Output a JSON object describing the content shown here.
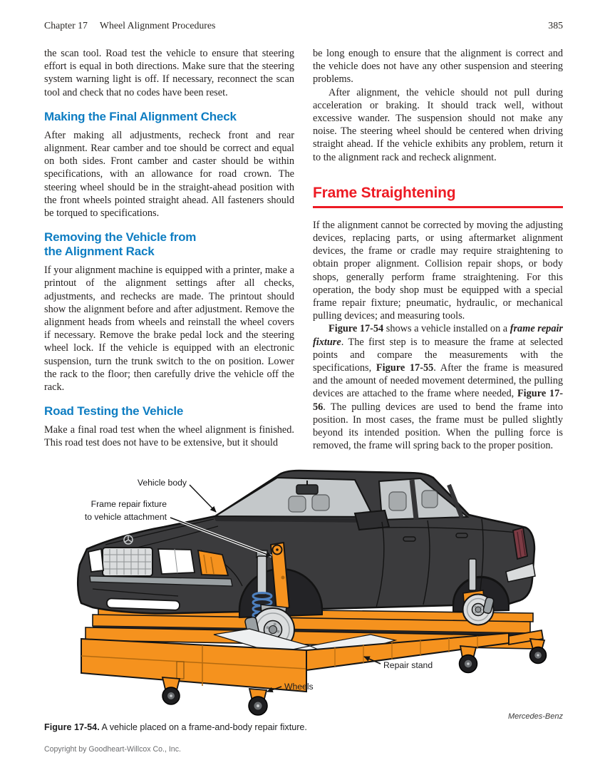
{
  "header": {
    "chapter": "Chapter 17",
    "title": "Wheel Alignment Procedures",
    "page_number": "385"
  },
  "left_column": {
    "para_continuation": "the scan tool. Road test the vehicle to ensure that steering effort is equal in both directions. Make sure that the steering system warning light is off. If necessary, reconnect the scan tool and check that no codes have been reset.",
    "heading_1": "Making the Final Alignment Check",
    "para_1": "After making all adjustments, recheck front and rear alignment. Rear camber and toe should be correct and equal on both sides. Front camber and caster should be within specifications, with an allowance for road crown. The steering wheel should be in the straight-ahead position with the front wheels pointed straight ahead. All fasteners should be torqued to specifications.",
    "heading_2_line1": "Removing the Vehicle from",
    "heading_2_line2": "the Alignment Rack",
    "para_2": "If your alignment machine is equipped with a printer, make a printout of the alignment settings after all checks, adjustments, and rechecks are made. The printout should show the alignment before and after adjustment. Remove the alignment heads from wheels and reinstall the wheel covers if necessary. Remove the brake pedal lock and the steering wheel lock. If the vehicle is equipped with an electronic suspension, turn the trunk switch to the on position. Lower the rack to the floor; then carefully drive the vehicle off the rack.",
    "heading_3": "Road Testing the Vehicle",
    "para_3": "Make a final road test when the wheel alignment is finished. This road test does not have to be extensive, but it should"
  },
  "right_column": {
    "para_continuation": "be long enough to ensure that the alignment is correct and the vehicle does not have any other suspension and steering problems.",
    "para_1": "After alignment, the vehicle should not pull during acceleration or braking. It should track well, without excessive wander. The suspension should not make any noise. The steering wheel should be centered when driving straight ahead. If the vehicle exhibits any problem, return it to the alignment rack and recheck alignment.",
    "heading_1": "Frame Straightening",
    "para_2": "If the alignment cannot be corrected by moving the adjusting devices, replacing parts, or using aftermarket alignment devices, the frame or cradle may require straightening to obtain proper alignment. Collision repair shops, or body shops, generally perform frame straightening. For this operation, the body shop must be equipped with a special frame repair fixture; pneumatic, hydraulic, or mechanical pulling devices; and measuring tools.",
    "para_3_rich": [
      {
        "t": "Figure 17-54",
        "s": "b"
      },
      {
        "t": " shows a vehicle installed on a ",
        "s": ""
      },
      {
        "t": "frame repair fixture",
        "s": "bi"
      },
      {
        "t": ". The first step is to measure the frame at selected points and compare the measurements with the specifications, ",
        "s": ""
      },
      {
        "t": "Figure 17-55",
        "s": "b"
      },
      {
        "t": ". After the frame is measured and the amount of needed movement determined, the pulling devices are attached to the frame where needed, ",
        "s": ""
      },
      {
        "t": "Figure 17-56",
        "s": "b"
      },
      {
        "t": ". The pulling devices are used to bend the frame into position. In most cases, the frame must be pulled slightly beyond its intended position. When the pulling force is removed, the frame will spring back to the proper position.",
        "s": ""
      }
    ]
  },
  "figure": {
    "labels": {
      "vehicle_body": "Vehicle body",
      "fixture_line1": "Frame repair fixture",
      "fixture_line2": "to vehicle attachment",
      "repair_stand": "Repair stand",
      "wheels": "Wheels"
    },
    "credit": "Mercedes-Benz",
    "caption": {
      "bold": "Figure 17-54.",
      "text": " A vehicle placed on a frame-and-body repair fixture."
    }
  },
  "footer": {
    "copyright": "Copyright by Goodheart-Willcox Co., Inc."
  },
  "colors": {
    "heading_blue": "#0e7dc2",
    "heading_red": "#ed1b24",
    "fixture_orange": "#f5921e",
    "car_body": "#3b3b3d"
  }
}
